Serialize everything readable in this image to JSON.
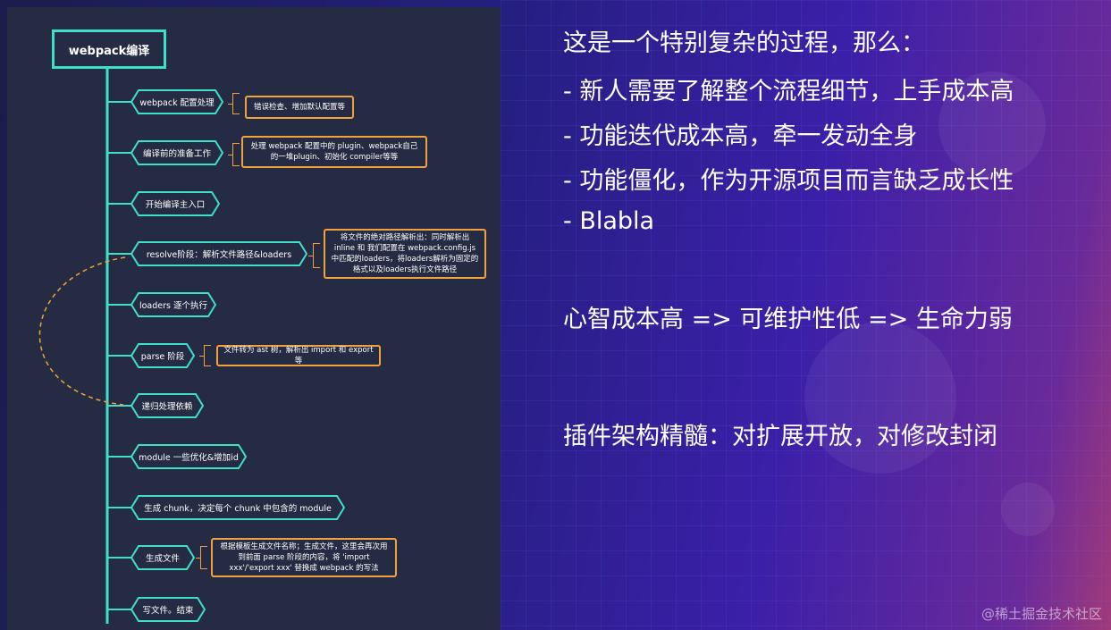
{
  "diagram": {
    "title": "webpack编译",
    "steps": [
      {
        "label": "webpack 配置处理",
        "note": "错误检查、增加默认配置等"
      },
      {
        "label": "编译前的准备工作",
        "note": "处理 webpack 配置中的 plugin、webpack自己的一堆plugin、初始化 compiler等等"
      },
      {
        "label": "开始编译主入口",
        "note": ""
      },
      {
        "label": "resolve阶段：解析文件路径&loaders",
        "note": "将文件的绝对路径解析出：同时解析出 inline 和 我们配置在 webpack.config.js 中匹配的loaders，将loaders解析为固定的格式以及loaders执行文件路径"
      },
      {
        "label": "loaders 逐个执行",
        "note": ""
      },
      {
        "label": "parse 阶段",
        "note": "文件转为 ast 树，解析出 import 和 export 等"
      },
      {
        "label": "递归处理依赖",
        "note": ""
      },
      {
        "label": "module 一些优化&增加id",
        "note": ""
      },
      {
        "label": "生成 chunk，决定每个 chunk 中包含的 module",
        "note": ""
      },
      {
        "label": "生成文件",
        "note": "根据模板生成文件名称；生成文件，这里会再次用到前面 parse 阶段的内容，将 'import xxx'/'export xxx' 替换成 webpack 的写法"
      },
      {
        "label": "写文件。结束",
        "note": ""
      }
    ]
  },
  "slide": {
    "heading": "这是一个特别复杂的过程，那么：",
    "bullets": [
      "-  新人需要了解整个流程细节，上手成本高",
      "-  功能迭代成本高，牵一发动全身",
      "-  功能僵化，作为开源项目而言缺乏成长性",
      "-  Blabla"
    ],
    "conclusion": "心智成本高  =>  可维护性低  =>  生命力弱",
    "principle": "插件架构精髓：对扩展开放，对修改封闭"
  },
  "watermark": "@稀土掘金技术社区",
  "colors": {
    "teal": "#3fe0c9",
    "orange": "#f0a23c",
    "panel": "#252b42"
  }
}
